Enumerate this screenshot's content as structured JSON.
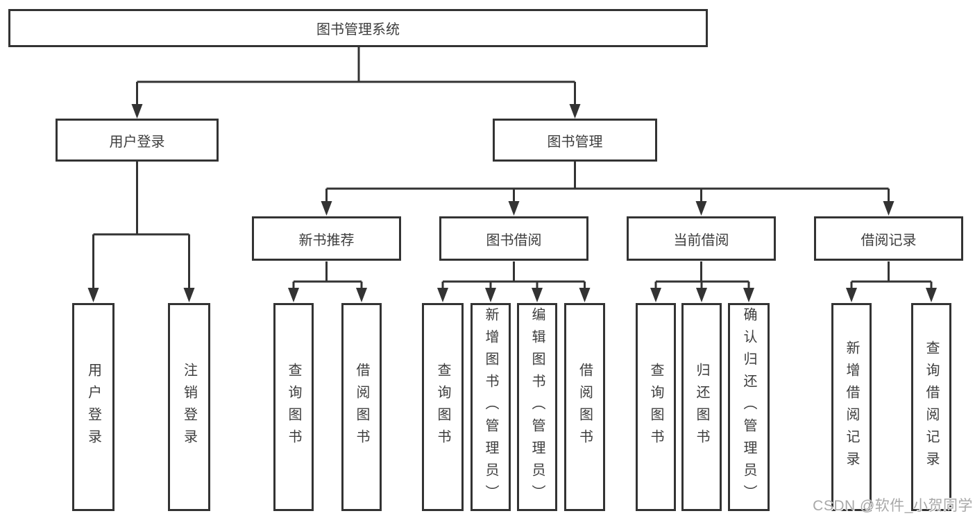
{
  "tree": {
    "label": "图书管理系统",
    "children": [
      {
        "label": "用户登录",
        "children": [
          {
            "label": "用户登录"
          },
          {
            "label": "注销登录"
          }
        ]
      },
      {
        "label": "图书管理",
        "children": [
          {
            "label": "新书推荐",
            "children": [
              {
                "label": "查询图书"
              },
              {
                "label": "借阅图书"
              }
            ]
          },
          {
            "label": "图书借阅",
            "children": [
              {
                "label": "查询图书"
              },
              {
                "label": "新增图书（管理员）"
              },
              {
                "label": "编辑图书（管理员）"
              },
              {
                "label": "借阅图书"
              }
            ]
          },
          {
            "label": "当前借阅",
            "children": [
              {
                "label": "查询图书"
              },
              {
                "label": "归还图书"
              },
              {
                "label": "确认归还（管理员）"
              }
            ]
          },
          {
            "label": "借阅记录",
            "children": [
              {
                "label": "新增借阅记录"
              },
              {
                "label": "查询借阅记录"
              }
            ]
          }
        ]
      }
    ]
  },
  "watermark": {
    "text": "CSDN @软件_小贺同学"
  },
  "colors": {
    "line": "#333333",
    "text": "#3d3d3d",
    "background": "#ffffff",
    "watermark": "#a8a8a8"
  }
}
